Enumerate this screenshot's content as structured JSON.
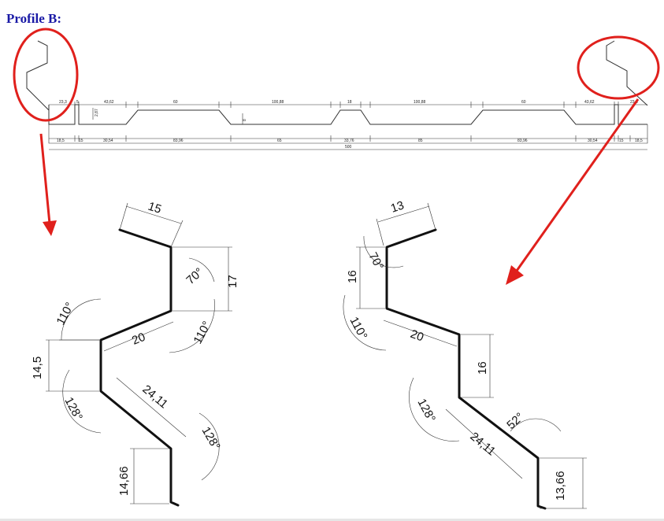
{
  "title": "Profile B:",
  "top_section": {
    "top_dims": [
      "23,3",
      "5",
      "43,62",
      "60",
      "100,88",
      "18",
      "100,88",
      "60",
      "43,62",
      "23,3"
    ],
    "bottom_dims": [
      "18,5",
      "15",
      "30,54",
      "83,96",
      "65",
      "33,76",
      "85",
      "83,96",
      "30,54",
      "15",
      "18,5"
    ],
    "depth_dims": [
      "2,87",
      "8"
    ],
    "total": "500"
  },
  "detail_left": {
    "width_top": "15",
    "angle_top": "70°",
    "height_top": "17",
    "angle_left": "110°",
    "diag": "20",
    "angle_mid": "110°",
    "height_mid": "14,5",
    "angle_bottom_left": "128°",
    "diag_long": "24,11",
    "angle_bottom_right": "128°",
    "height_bottom": "14,66"
  },
  "detail_right": {
    "width_top": "13",
    "angle_top": "70°",
    "height_top": "16",
    "angle_left": "110°",
    "diag": "20",
    "height_mid": "16",
    "angle_bottom_left": "128°",
    "angle_right": "52°",
    "diag_long": "24,11",
    "height_bottom": "13,66"
  },
  "colors": {
    "title": "#1a1aa6",
    "highlight": "#e0201c",
    "lines": "#333333"
  }
}
